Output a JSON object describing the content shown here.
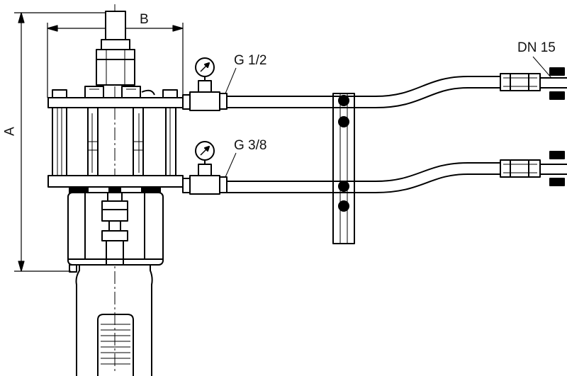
{
  "dimensions": {
    "width_label": "B",
    "height_label": "A"
  },
  "fittings": {
    "upper_thread": "G 1/2",
    "lower_thread": "G 3/8",
    "pipe_size": "DN 15"
  }
}
